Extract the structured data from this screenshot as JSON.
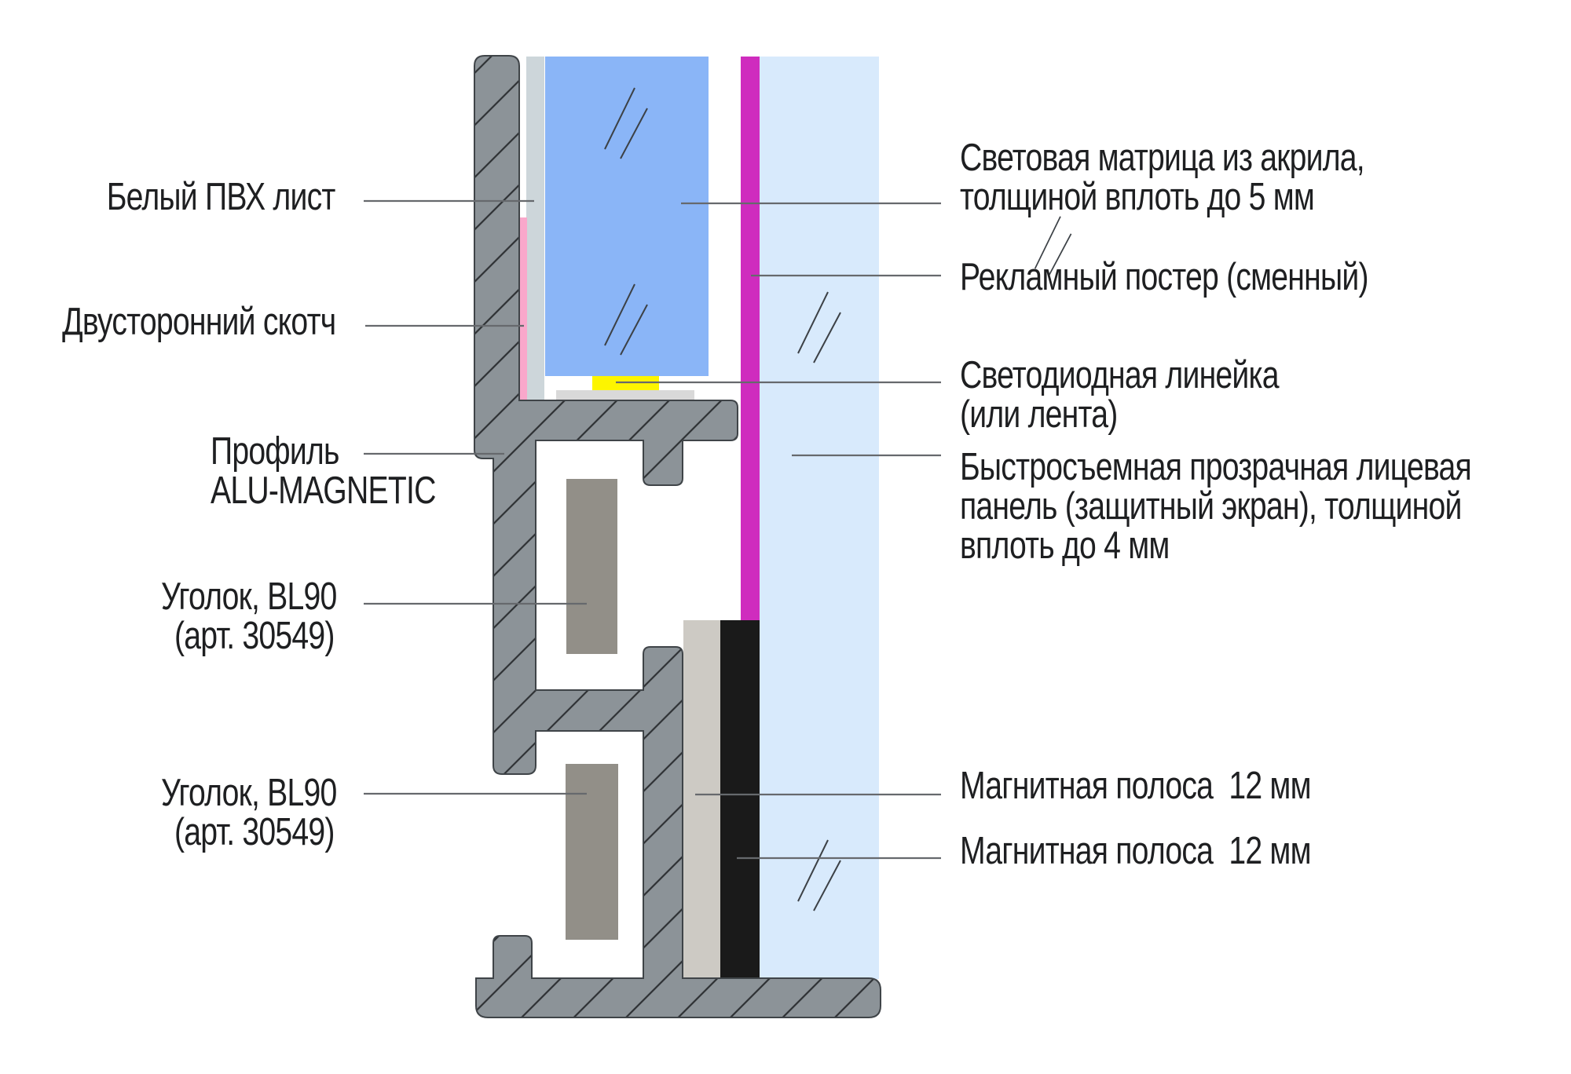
{
  "labels": {
    "left": [
      {
        "name": "pvc-sheet",
        "lines": [
          "Белый ПВХ лист"
        ]
      },
      {
        "name": "tape",
        "lines": [
          "Двусторонний скотч"
        ]
      },
      {
        "name": "profile",
        "lines": [
          "Профиль",
          "ALU-MAGNETIC"
        ]
      },
      {
        "name": "corner-bl90-1",
        "lines": [
          "Уголок, BL90",
          "(арт. 30549)"
        ]
      },
      {
        "name": "corner-bl90-2",
        "lines": [
          "Уголок, BL90",
          "(арт. 30549)"
        ]
      }
    ],
    "right": [
      {
        "name": "acrylic-matrix",
        "lines": [
          "Световая матрица из акрила,",
          "толщиной вплоть до 5 мм"
        ]
      },
      {
        "name": "poster",
        "lines": [
          "Рекламный постер (сменный)"
        ]
      },
      {
        "name": "led",
        "lines": [
          "Светодиодная линейка",
          "(или лента)"
        ]
      },
      {
        "name": "face-panel",
        "lines": [
          "Быстросъемная прозрачная лицевая",
          "панель (защитный экран), толщиной",
          "вплоть до 4 мм"
        ]
      },
      {
        "name": "magnet-strip-1",
        "lines": [
          "Магнитная полоса  12 мм"
        ]
      },
      {
        "name": "magnet-strip-2",
        "lines": [
          "Магнитная полоса  12 мм"
        ]
      }
    ]
  },
  "palette": {
    "profile_fill": "#8C9398",
    "profile_outline": "#3F4448",
    "hatch_line": "#2E3134",
    "pvc_sheet": "#CDD6DA",
    "tape": "#F9A8CB",
    "acrylic_matrix": "#8AB5F7",
    "led": "#FDF500",
    "led_shelf": "#D9D9D9",
    "poster": "#CF2CBE",
    "face_panel": "#D8EAFC",
    "magnet_strip_gray": "#CDCAC4",
    "magnet_strip_black": "#1A1A1A",
    "corner_piece": "#928F88",
    "callout_line": "#66696D",
    "glass_shine": "#3C4146",
    "text": "#1E1F21"
  }
}
